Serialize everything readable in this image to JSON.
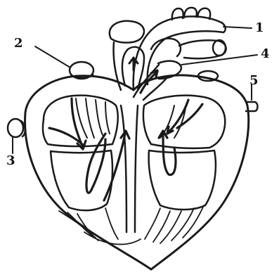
{
  "labels": {
    "l1": "1",
    "l2": "2",
    "l3": "3",
    "l4": "4",
    "l5": "5"
  },
  "colors": {
    "line": "#1a1a1a",
    "background": "#ffffff"
  }
}
